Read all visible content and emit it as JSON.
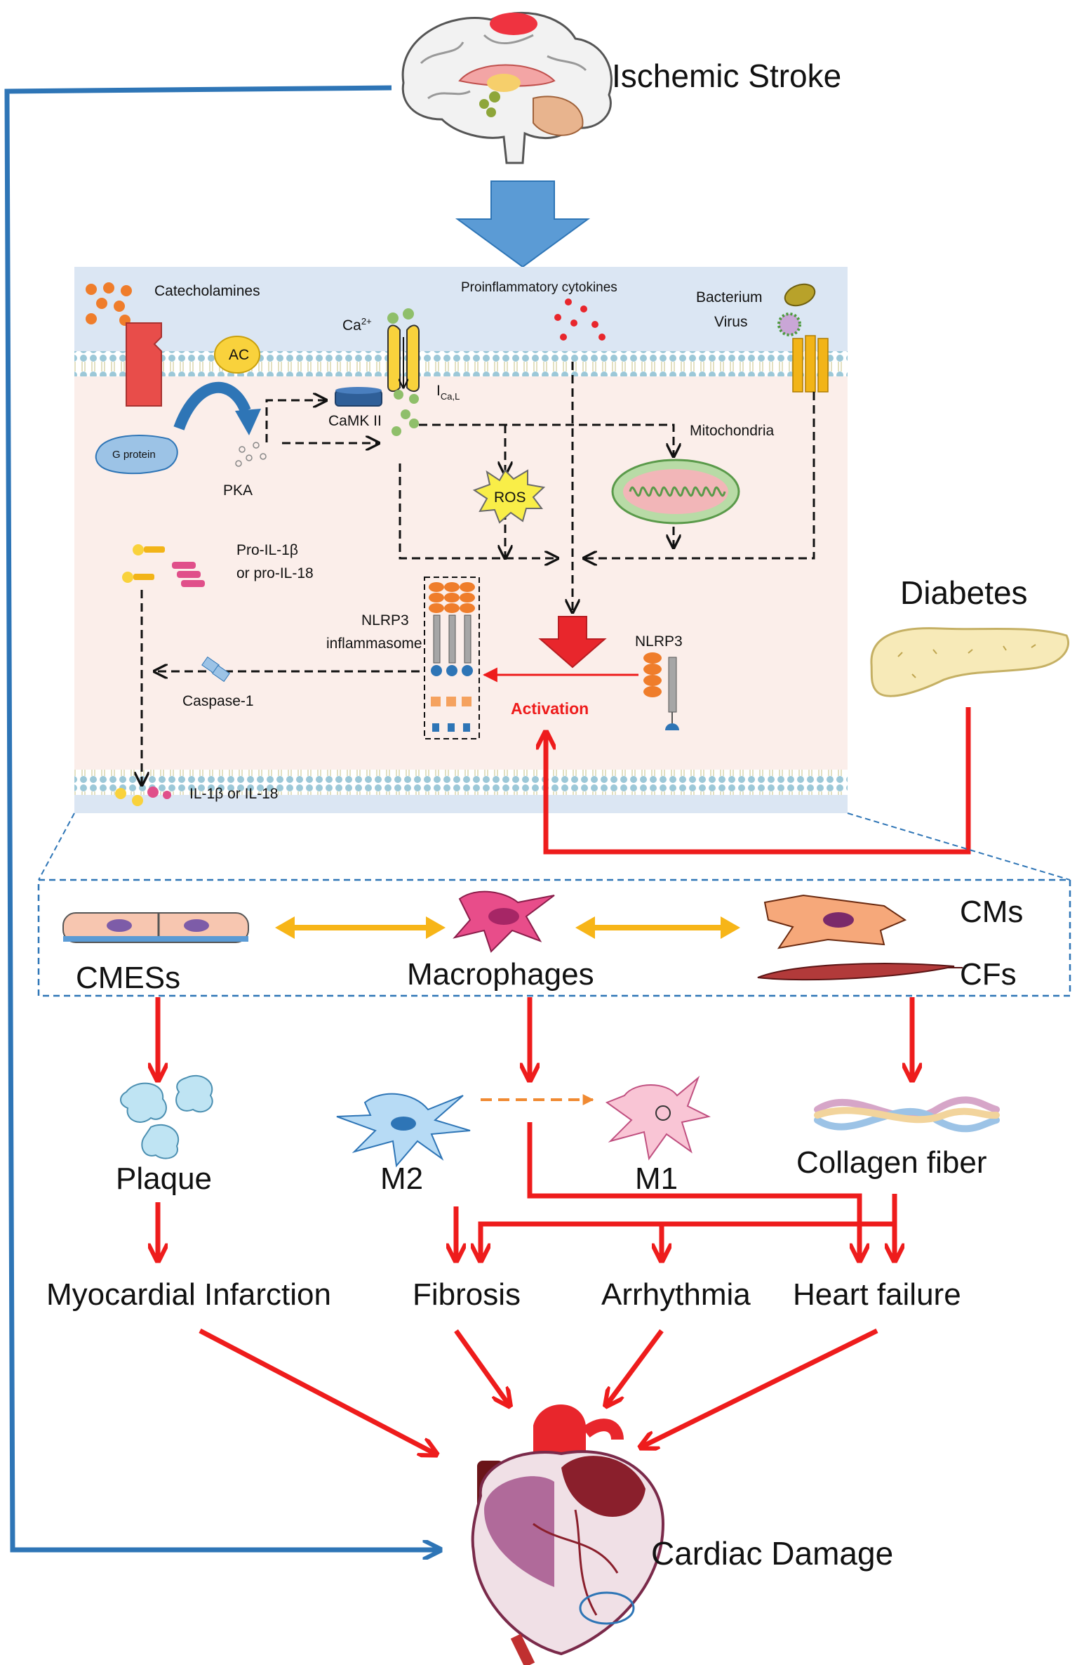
{
  "colors": {
    "blue_arrow": "#2e75b6",
    "red_arrow": "#ee1c1c",
    "yellow_arrow": "#f7b518",
    "orange_dashed": "#f08a32",
    "cell_panel": "#dbe6f3",
    "cytoplasm": "#fbeeea"
  },
  "top": {
    "ischemic_stroke": "Ischemic Stroke",
    "diabetes": "Diabetes",
    "cardiac_damage": "Cardiac Damage"
  },
  "cell": {
    "catecholamines": "Catecholamines",
    "ac": "AC",
    "ca_prefix": "Ca",
    "ca_sup": "2+",
    "ica_prefix": "I",
    "ica_sub": "Ca,L",
    "g_protein": "G protein",
    "pka": "PKA",
    "camk": "CaMK II",
    "proinflammatory": "Proinflammatory cytokines",
    "bacterium": "Bacterium",
    "virus": "Virus",
    "mitochondria": "Mitochondria",
    "ros": "ROS",
    "pro_il_line1": "Pro-IL-1β",
    "pro_il_line2": "or pro-IL-18",
    "nlrp3_infl_line1": "NLRP3",
    "nlrp3_infl_line2": "inflammasome",
    "caspase": "Caspase-1",
    "nlrp3": "NLRP3",
    "activation": "Activation",
    "il_out": "IL-1β  or IL-18"
  },
  "cells_row": {
    "cmess": "CMESs",
    "macrophages": "Macrophages",
    "cms": "CMs",
    "cfs": "CFs"
  },
  "outcomes": {
    "plaque": "Plaque",
    "m2": "M2",
    "m1": "M1",
    "collagen": "Collagen fiber",
    "mi": "Myocardial Infarction",
    "fibrosis": "Fibrosis",
    "arrhythmia": "Arrhythmia",
    "heart_failure": "Heart failure"
  }
}
